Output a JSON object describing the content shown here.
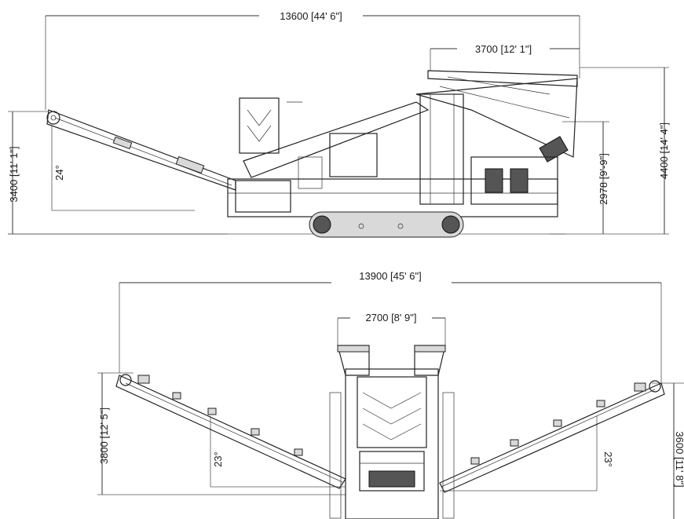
{
  "side_view": {
    "overall_length": "13600 [44' 6\"]",
    "screenbox_length": "3700 [12' 1\"]",
    "conveyor_height": "3400 [11' 1\"]",
    "conveyor_angle": "24°",
    "feed_height": "2978 [9'-9\"]",
    "overall_height": "4400 [14' 4\"]"
  },
  "front_view": {
    "overall_width": "13900 [45' 6\"]",
    "hopper_width": "2700 [8' 9\"]",
    "left_conveyor_height": "3800 [12' 5\"]",
    "left_conveyor_angle": "23°",
    "right_conveyor_angle": "23°",
    "right_conveyor_height": "3600 [11' 8\"]"
  }
}
